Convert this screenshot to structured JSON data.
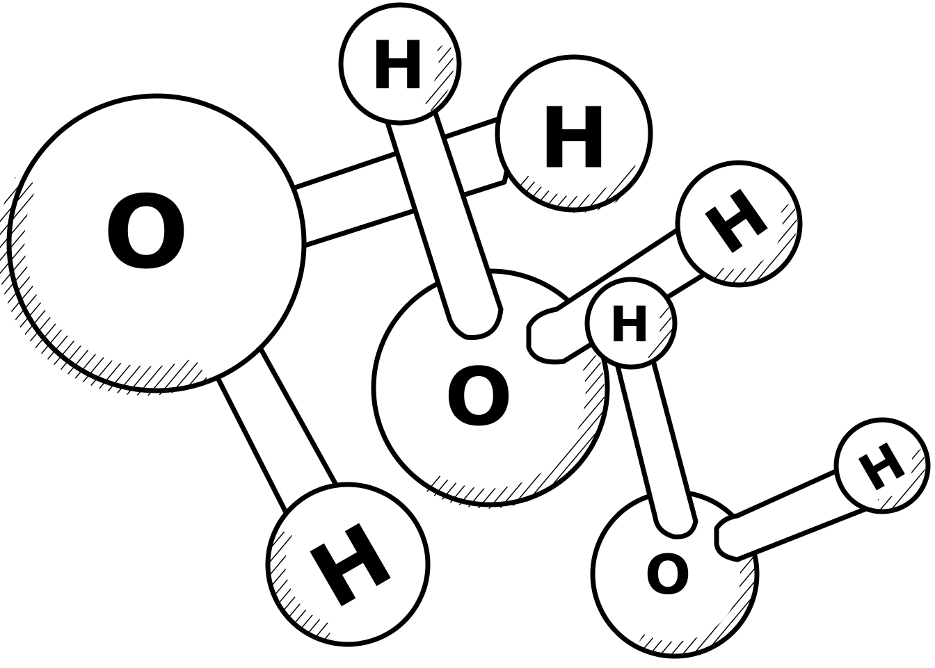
{
  "molecules": [
    {
      "oxygen_label": "O",
      "hydrogen_labels": [
        "H",
        "H"
      ]
    },
    {
      "oxygen_label": "O",
      "hydrogen_labels": [
        "H",
        "H"
      ]
    },
    {
      "oxygen_label": "O",
      "hydrogen_labels": [
        "H",
        "H"
      ]
    }
  ],
  "colors": {
    "ink": "#000000",
    "paper": "#ffffff"
  }
}
